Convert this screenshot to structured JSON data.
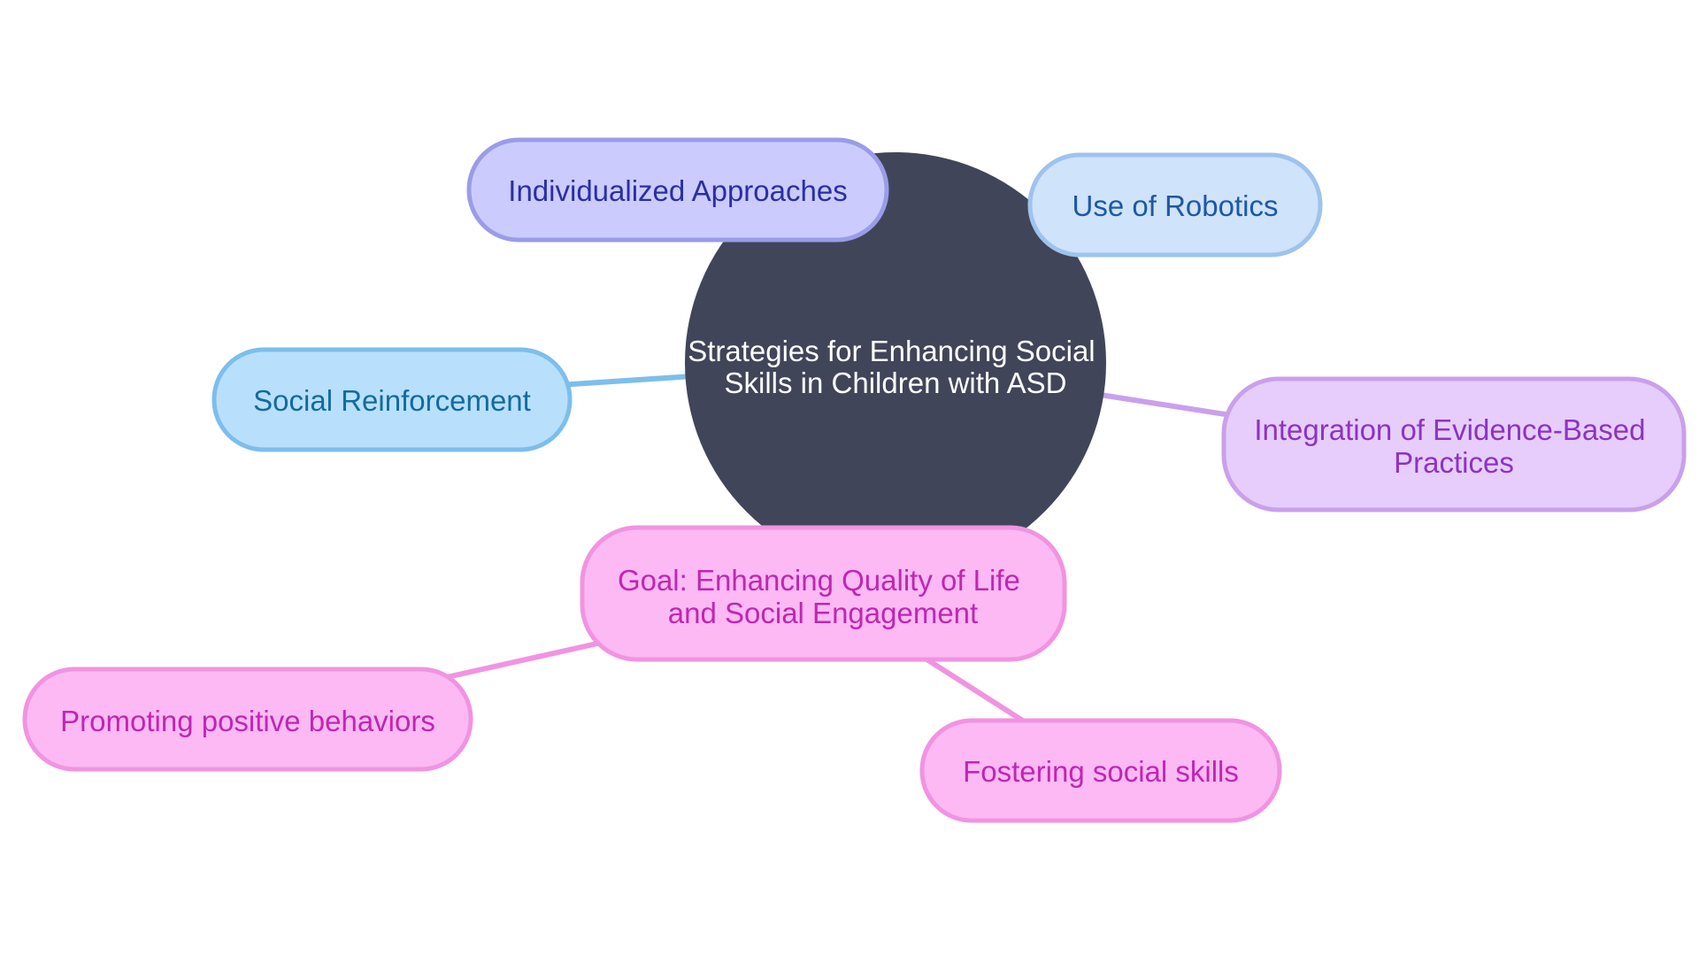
{
  "mindmap": {
    "root": {
      "line1": "Strategies for Enhancing Social",
      "line2": "Skills in Children with ASD",
      "fill": "#414559",
      "text_color": "#ffffff"
    },
    "nodes": [
      {
        "id": "individualized-approaches",
        "lines": [
          "Individualized Approaches"
        ],
        "fill": "#cbcbfe",
        "stroke": "#9a9ce9",
        "text_color": "#2a2fa3"
      },
      {
        "id": "use-of-robotics",
        "lines": [
          "Use of Robotics"
        ],
        "fill": "#cfe3fb",
        "stroke": "#9ec3ee",
        "text_color": "#1d58a6"
      },
      {
        "id": "social-reinforcement",
        "lines": [
          "Social Reinforcement"
        ],
        "fill": "#b8e0fd",
        "stroke": "#7cbeed",
        "text_color": "#136b9e"
      },
      {
        "id": "integration-evidence-based",
        "lines": [
          "Integration of Evidence-Based",
          "Practices"
        ],
        "fill": "#e6cdfb",
        "stroke": "#c9a0ec",
        "text_color": "#8b33c3"
      },
      {
        "id": "goal-quality-of-life",
        "lines": [
          "Goal: Enhancing Quality of Life",
          "and Social Engagement"
        ],
        "fill": "#fcb9f4",
        "stroke": "#f193e1",
        "text_color": "#c026b2"
      },
      {
        "id": "promoting-positive-behaviors",
        "lines": [
          "Promoting positive behaviors"
        ],
        "fill": "#fcb9f4",
        "stroke": "#f193e1",
        "text_color": "#c026b2"
      },
      {
        "id": "fostering-social-skills",
        "lines": [
          "Fostering social skills"
        ],
        "fill": "#fcb9f4",
        "stroke": "#f193e1",
        "text_color": "#c026b2"
      }
    ],
    "edges": [
      {
        "from": "root",
        "to": "individualized-approaches",
        "color": "#9a9ce9"
      },
      {
        "from": "root",
        "to": "use-of-robotics",
        "color": "#9ec3ee"
      },
      {
        "from": "root",
        "to": "social-reinforcement",
        "color": "#7cbeed"
      },
      {
        "from": "root",
        "to": "integration-evidence-based",
        "color": "#c9a0ec"
      },
      {
        "from": "root",
        "to": "goal-quality-of-life",
        "color": "#f193e1"
      },
      {
        "from": "goal-quality-of-life",
        "to": "promoting-positive-behaviors",
        "color": "#f193e1"
      },
      {
        "from": "goal-quality-of-life",
        "to": "fostering-social-skills",
        "color": "#f193e1"
      }
    ]
  }
}
